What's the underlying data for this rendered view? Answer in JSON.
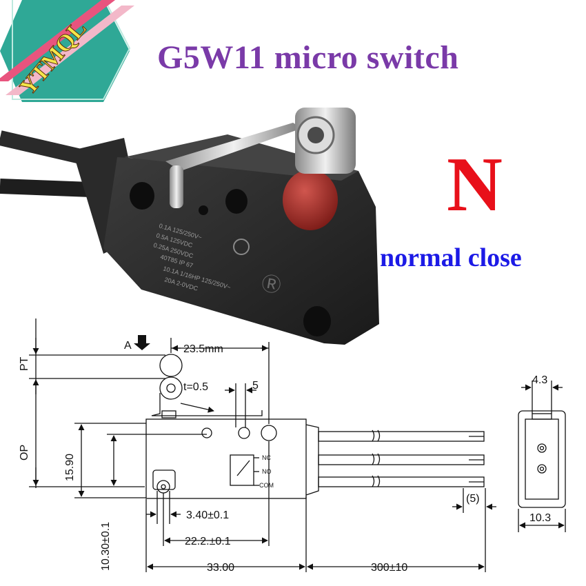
{
  "title": "G5W11 micro switch",
  "variant": {
    "letter": "N",
    "description": "normal close"
  },
  "logo": {
    "text": "YTMQL"
  },
  "colors": {
    "title": "#7a3aa8",
    "letter": "#e8101a",
    "description": "#1c1ae6",
    "logo_green": "#2fa896",
    "logo_pink": "#e8547e"
  },
  "diagram": {
    "actuator_label": "A",
    "dims": {
      "width_to_lever": "23.5mm",
      "lever_thickness": "t=0.5",
      "five": "5",
      "pt": "PT",
      "op": "OP",
      "height": "15.90",
      "hole_offset": "3.40±0.1",
      "hole_height": "10.30±0.1",
      "hole_pitch": "22.2.±0.1",
      "body_length": "33.00",
      "cable_length": "300±10",
      "strip": "(5)",
      "end_top": "4.3",
      "end_width": "10.3"
    },
    "terminals": [
      "NC",
      "NO",
      "COM"
    ]
  }
}
